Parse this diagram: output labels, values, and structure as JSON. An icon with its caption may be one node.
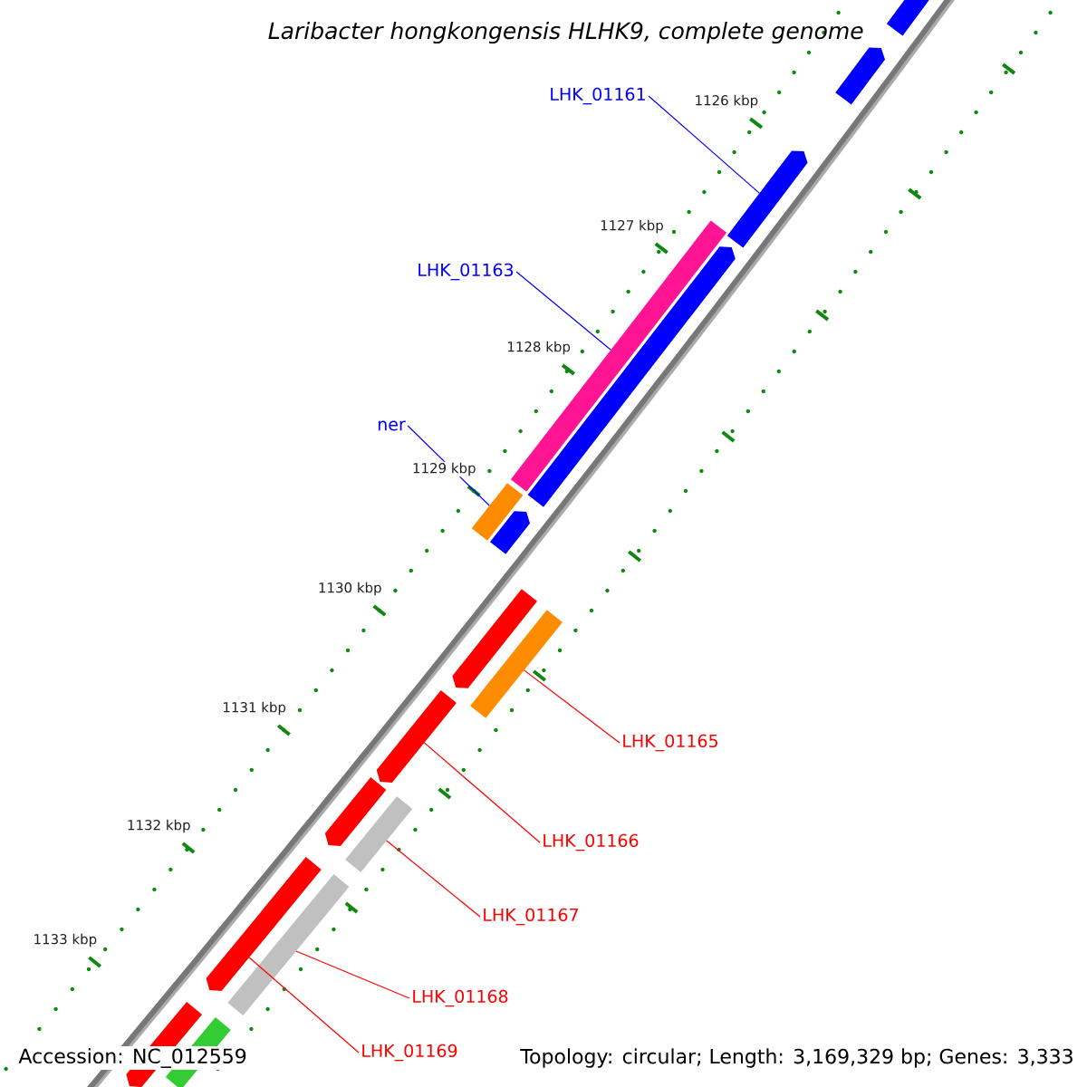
{
  "diagram": {
    "title": "Laribacter hongkongensis HLHK9, complete genome",
    "nodes": [
      {
        "text": [],
        "shape": "bar"
      },
      {
        "text": [],
        "shape": "bar"
      },
      {
        "text": [
          "LHK_01161"
        ]
      },
      {
        "text": [],
        "shape": "bar"
      },
      {
        "text": [
          "LHK_01163"
        ]
      },
      {
        "text": [],
        "shape": "bar"
      },
      {
        "text": [],
        "shape": "bar"
      },
      {
        "text": [
          "ner"
        ]
      },
      {
        "text": [],
        "shape": "bar"
      },
      {
        "text": [],
        "shape": "bar"
      },
      {
        "text": [],
        "shape": "bar"
      },
      {
        "text": [
          "LHK_01165"
        ]
      },
      {
        "text": [],
        "shape": "bar"
      },
      {
        "text": [
          "LHK_01166"
        ]
      },
      {
        "text": [],
        "shape": "bar"
      },
      {
        "text": [],
        "shape": "bar"
      },
      {
        "text": [
          "LHK_01167"
        ]
      },
      {
        "text": [],
        "shape": "bar"
      },
      {
        "text": [],
        "shape": "bar"
      },
      {
        "text": [
          "LHK_01168"
        ]
      },
      {
        "text": [],
        "shape": "bar"
      },
      {
        "text": [
          "LHK_01169"
        ]
      },
      {
        "text": [],
        "shape": "bar"
      },
      {
        "text": [],
        "shape": "bar"
      },
      {
        "text": [],
        "shape": "bar"
      }
    ],
    "edges": [
      {
        "from": 2,
        "to": 3,
        "arrow": "none",
        "color": "#0000ff"
      },
      {
        "from": 4,
        "to": 5,
        "arrow": "none",
        "color": "#0000ff"
      },
      {
        "from": 7,
        "to": 8,
        "arrow": "none",
        "color": "#0000ff"
      },
      {
        "from": 11,
        "to": 12,
        "arrow": "none"
      },
      {
        "from": 13,
        "to": 14,
        "arrow": "none"
      },
      {
        "from": 16,
        "to": 17,
        "arrow": "none"
      },
      {
        "from": 19,
        "to": 22,
        "arrow": "none"
      },
      {
        "from": 21,
        "to": 20,
        "arrow": "none"
      }
    ],
    "labels": [
      "1126 kbp",
      "1127 kbp",
      "1128 kbp",
      "1129 kbp",
      "1130 kbp",
      "1131 kbp",
      "1132 kbp",
      "1133 kbp",
      "Accession: NC_012559",
      "Topology: circular; Length: 3,169,329 bp; Genes: 3,333"
    ]
  }
}
